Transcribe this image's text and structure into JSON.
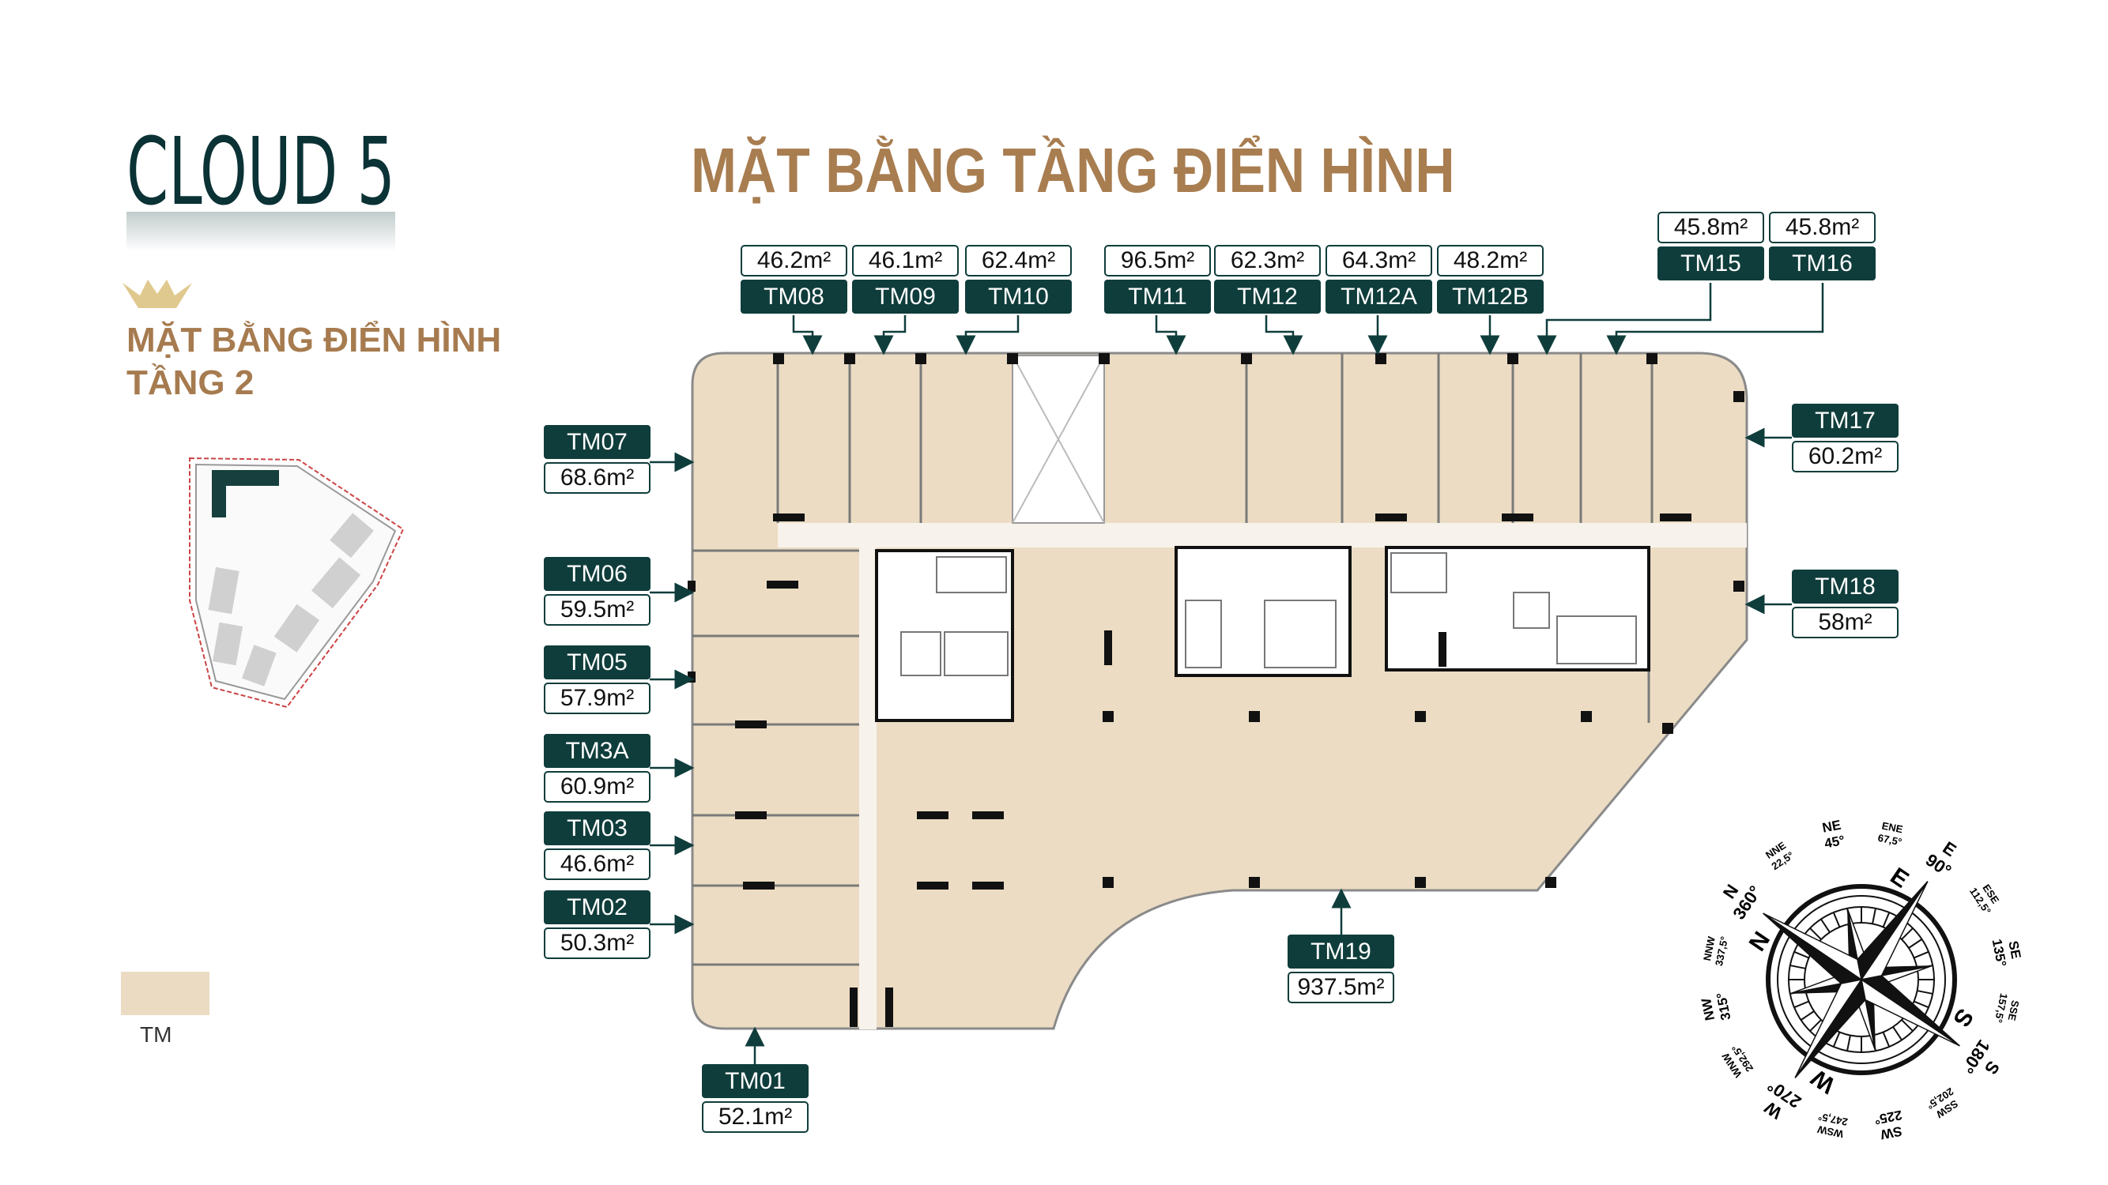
{
  "logo": {
    "text": "CLOUD 5"
  },
  "title": "MẶT BẰNG TẦNG ĐIỂN HÌNH",
  "subtitle": {
    "line1": "MẶT BẰNG ĐIỂN HÌNH",
    "line2": "TẦNG 2"
  },
  "legend": {
    "label": "TM",
    "color": "#eadbc2"
  },
  "colors": {
    "tag_bg": "#0f3d3b",
    "title": "#a87d50",
    "floor": "#ecdcc3"
  },
  "units": [
    {
      "id": "TM01",
      "area": "52.1m²"
    },
    {
      "id": "TM02",
      "area": "50.3m²"
    },
    {
      "id": "TM03",
      "area": "46.6m²"
    },
    {
      "id": "TM3A",
      "area": "60.9m²"
    },
    {
      "id": "TM05",
      "area": "57.9m²"
    },
    {
      "id": "TM06",
      "area": "59.5m²"
    },
    {
      "id": "TM07",
      "area": "68.6m²"
    },
    {
      "id": "TM08",
      "area": "46.2m²"
    },
    {
      "id": "TM09",
      "area": "46.1m²"
    },
    {
      "id": "TM10",
      "area": "62.4m²"
    },
    {
      "id": "TM11",
      "area": "96.5m²"
    },
    {
      "id": "TM12",
      "area": "62.3m²"
    },
    {
      "id": "TM12A",
      "area": "64.3m²"
    },
    {
      "id": "TM12B",
      "area": "48.2m²"
    },
    {
      "id": "TM15",
      "area": "45.8m²"
    },
    {
      "id": "TM16",
      "area": "45.8m²"
    },
    {
      "id": "TM17",
      "area": "60.2m²"
    },
    {
      "id": "TM18",
      "area": "58m²"
    },
    {
      "id": "TM19",
      "area": "937.5m²"
    }
  ],
  "compass": [
    {
      "dir": "N",
      "deg": "360°"
    },
    {
      "dir": "NNE",
      "deg": "22,5°"
    },
    {
      "dir": "NE",
      "deg": "45°"
    },
    {
      "dir": "ENE",
      "deg": "67,5°"
    },
    {
      "dir": "E",
      "deg": "90°"
    },
    {
      "dir": "ESE",
      "deg": "112,5°"
    },
    {
      "dir": "SE",
      "deg": "135°"
    },
    {
      "dir": "SSE",
      "deg": "157,5°"
    },
    {
      "dir": "S",
      "deg": "180°"
    },
    {
      "dir": "SSW",
      "deg": "202,5°"
    },
    {
      "dir": "SW",
      "deg": "225°"
    },
    {
      "dir": "WSW",
      "deg": "247,5°"
    },
    {
      "dir": "W",
      "deg": "270°"
    },
    {
      "dir": "WNW",
      "deg": "292,5°"
    },
    {
      "dir": "NW",
      "deg": "315°"
    },
    {
      "dir": "NNW",
      "deg": "337,5°"
    }
  ],
  "compass_letters": [
    "N",
    "E",
    "S",
    "W"
  ]
}
